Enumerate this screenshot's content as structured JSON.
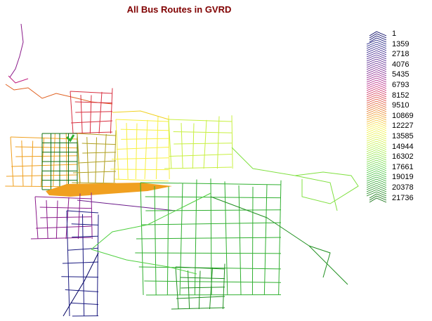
{
  "title": "All Bus Routes in GVRD",
  "legend": {
    "labels": [
      "1",
      "1359",
      "2718",
      "4076",
      "5435",
      "6793",
      "8152",
      "9510",
      "10869",
      "12227",
      "13585",
      "14944",
      "16302",
      "17661",
      "19019",
      "20378",
      "21736"
    ],
    "colors": [
      "#000060",
      "#1a1a80",
      "#3a1a8a",
      "#5a1a8a",
      "#8a1a8a",
      "#c02080",
      "#d83040",
      "#e06020",
      "#f0a020",
      "#f8f040",
      "#e0f040",
      "#b0f040",
      "#80e040",
      "#50d040",
      "#30b030",
      "#209020",
      "#107010"
    ]
  }
}
